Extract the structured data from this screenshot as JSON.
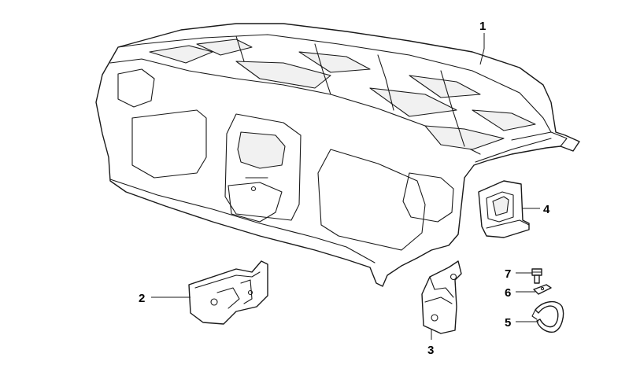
{
  "callouts": [
    {
      "id": "1",
      "label": "1",
      "part": "rear-parcel-shelf"
    },
    {
      "id": "2",
      "label": "2",
      "part": "left-bracket"
    },
    {
      "id": "3",
      "label": "3",
      "part": "right-bracket"
    },
    {
      "id": "4",
      "label": "4",
      "part": "corner-bracket"
    },
    {
      "id": "5",
      "label": "5",
      "part": "clamp"
    },
    {
      "id": "6",
      "label": "6",
      "part": "clip"
    },
    {
      "id": "7",
      "label": "7",
      "part": "screw"
    }
  ]
}
